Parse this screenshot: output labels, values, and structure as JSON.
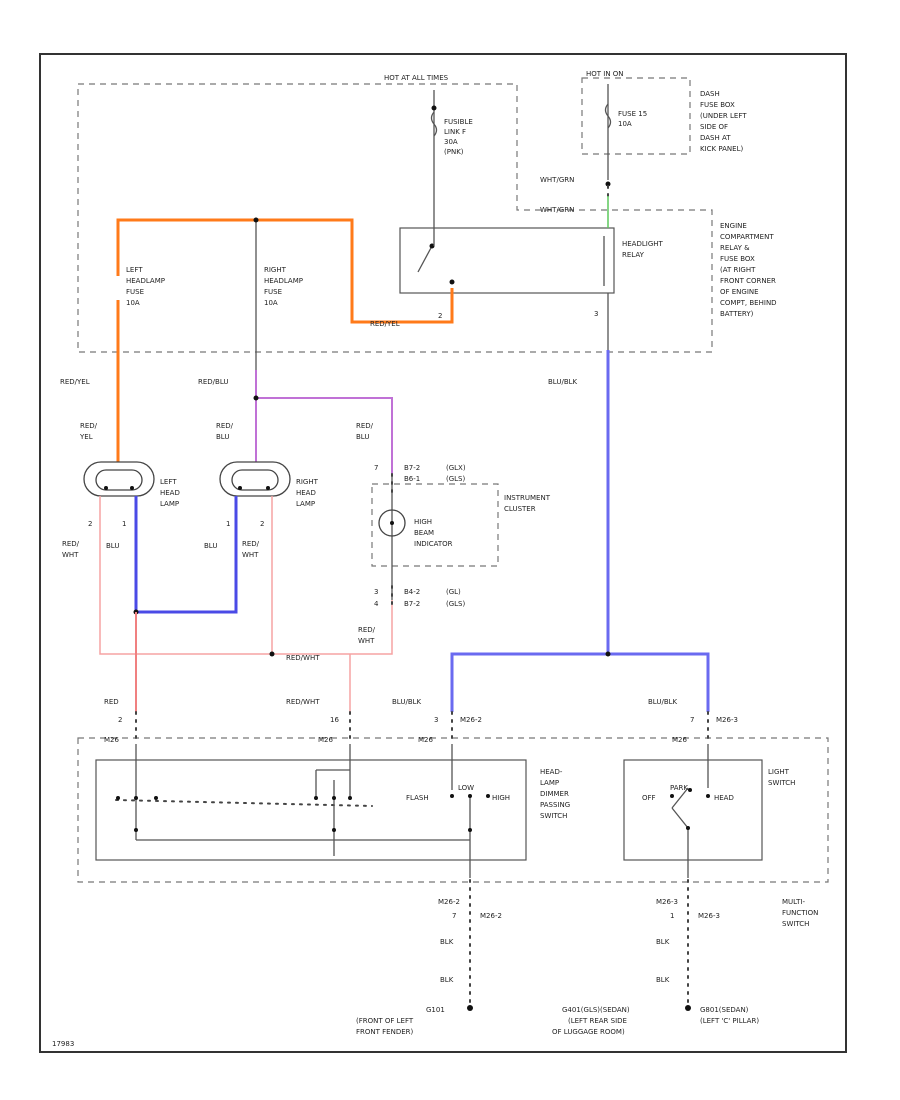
{
  "colors": {
    "red_yel": "#ff7a1a",
    "red": "#f08080",
    "red_light": "#f5a3a3",
    "red_blu": "#c071d6",
    "blu": "#4a4ae6",
    "blu_blk": "#6a6af0",
    "grn": "#5cc85c"
  },
  "labels": {
    "hot_at_all_times": "HOT AT ALL TIMES",
    "fusible_link": [
      "FUSIBLE",
      "LINK F",
      "30A",
      "(PNK)"
    ],
    "hot_in_on": "HOT IN ON",
    "fuse_15": [
      "FUSE 15",
      "10A"
    ],
    "dash_fuse_box": [
      "DASH",
      "FUSE BOX",
      "(UNDER LEFT",
      "SIDE OF",
      "DASH AT",
      "KICK PANEL)"
    ],
    "wht_grn_1": "WHT/GRN",
    "wht_grn_2": "WHT/GRN",
    "engine_relay_box": [
      "ENGINE",
      "COMPARTMENT",
      "RELAY &",
      "FUSE BOX",
      "(AT RIGHT",
      "FRONT CORNER",
      "OF ENGINE",
      "COMPT, BEHIND",
      "BATTERY)"
    ],
    "headlight_relay": [
      "HEADLIGHT",
      "RELAY"
    ],
    "left_fuse": [
      "LEFT",
      "HEADLAMP",
      "FUSE",
      "10A"
    ],
    "right_fuse": [
      "RIGHT",
      "HEADLAMP",
      "FUSE",
      "10A"
    ],
    "red_yel_relay": "RED/YEL",
    "pin_relay_2": "2",
    "pin_relay_3": "3",
    "red_yel_wire": "RED/YEL",
    "red_blu_wire": "RED/BLU",
    "blu_blk_wire": "BLU/BLK",
    "red_yel_lamp": [
      "RED/",
      "YEL"
    ],
    "red_blu_lamp": [
      "RED/",
      "BLU"
    ],
    "red_blu_ind": [
      "RED/",
      "BLU"
    ],
    "left_headlamp": [
      "LEFT",
      "HEAD",
      "LAMP"
    ],
    "right_headlamp": [
      "RIGHT",
      "HEAD",
      "LAMP"
    ],
    "left_pin_a": "2",
    "left_pin_b": "1",
    "right_pin_a": "1",
    "right_pin_b": "2",
    "red_wht_left": [
      "RED/",
      "WHT"
    ],
    "blu_left": "BLU",
    "blu_right": "BLU",
    "red_wht_right": [
      "RED/",
      "WHT"
    ],
    "ind_pin_top": "7",
    "ind_conn_top": [
      "B7-2",
      "B6-1"
    ],
    "ind_conn_top_note": [
      "(GLX)",
      "(GLS)"
    ],
    "instrument_cluster": [
      "INSTRUMENT",
      "CLUSTER"
    ],
    "high_beam_indicator": [
      "HIGH",
      "BEAM",
      "INDICATOR"
    ],
    "ind_pin_b1": "3",
    "ind_pin_b2": "4",
    "ind_conn_b1": "B4-2",
    "ind_conn_b2": "B7-2",
    "ind_conn_b_note": [
      "(GL)",
      "(GLS)"
    ],
    "red_wht_ind": [
      "RED/",
      "WHT"
    ],
    "red_wht_junction": "RED/WHT",
    "red_sw": "RED",
    "red_wht_sw": "RED/WHT",
    "blu_blk_sw1": "BLU/BLK",
    "blu_blk_sw2": "BLU/BLK",
    "sw_pin_2": "2",
    "sw_pin_16": "16",
    "sw_pin_3": "3",
    "sw_pin_7": "7",
    "conn_m26_2": "M26-2",
    "conn_m26_3": "M26-3",
    "m26_labels": [
      "M26",
      "M26",
      "M26",
      "M26"
    ],
    "dimmer_switch": [
      "HEAD-",
      "LAMP",
      "DIMMER",
      "PASSING",
      "SWITCH"
    ],
    "flash": "FLASH",
    "low": "LOW",
    "high": "HIGH",
    "light_switch": [
      "LIGHT",
      "SWITCH"
    ],
    "off": "OFF",
    "park": "PARK",
    "head": "HEAD",
    "multi_function_switch": [
      "MULTI-",
      "FUNCTION",
      "SWITCH"
    ],
    "blk_left": [
      "BLK",
      "BLK"
    ],
    "blk_right": [
      "BLK",
      "BLK"
    ],
    "ground_left_pin": "7",
    "ground_left_conn": "M26-2",
    "ground_left_cap": "M26-2",
    "ground_right_pin": "1",
    "ground_right_conn": "M26-3",
    "ground_right_cap": "M26-3",
    "ground_left": [
      "G101",
      "(FRONT OF LEFT",
      "FRONT FENDER)"
    ],
    "ground_right": [
      "G401(GLS)(SEDAN)",
      "(LEFT REAR SIDE",
      "OF LUGGAGE ROOM)"
    ],
    "ground_right2": [
      "G801(SEDAN)",
      "(LEFT 'C' PILLAR)"
    ],
    "footer": "17983"
  }
}
